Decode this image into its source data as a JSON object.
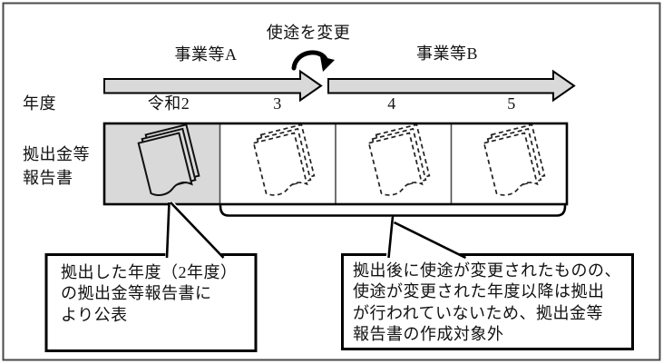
{
  "figure": {
    "top_annotation": "使途を変更",
    "segment_a_label": "事業等A",
    "segment_b_label": "事業等B",
    "axis_label": "年度",
    "years": [
      "令和2",
      "3",
      "4",
      "5"
    ],
    "row_label_line1": "拠出金等",
    "row_label_line2": "報告書",
    "callout_left": {
      "lines": [
        "拠出した年度（2年度）",
        "の拠出金等報告書に",
        "より公表"
      ]
    },
    "callout_right": {
      "lines": [
        "拠出後に使途が変更されたものの、",
        "使途が変更された年度以降は拠出",
        "が行われていないため、拠出金等",
        "報告書の作成対象外"
      ]
    }
  },
  "icons": {
    "solid_report_icon": "document-stack-solid-icon",
    "dashed_report_icon": "document-stack-dashed-icon",
    "change_arrow_icon": "curved-uturn-arrow-icon"
  },
  "colors": {
    "highlight_fill": "#d9d9d9",
    "arrow_fill": "#d9d9d9",
    "line": "#000000",
    "frame": "#4a4a4a",
    "background": "#ffffff"
  }
}
